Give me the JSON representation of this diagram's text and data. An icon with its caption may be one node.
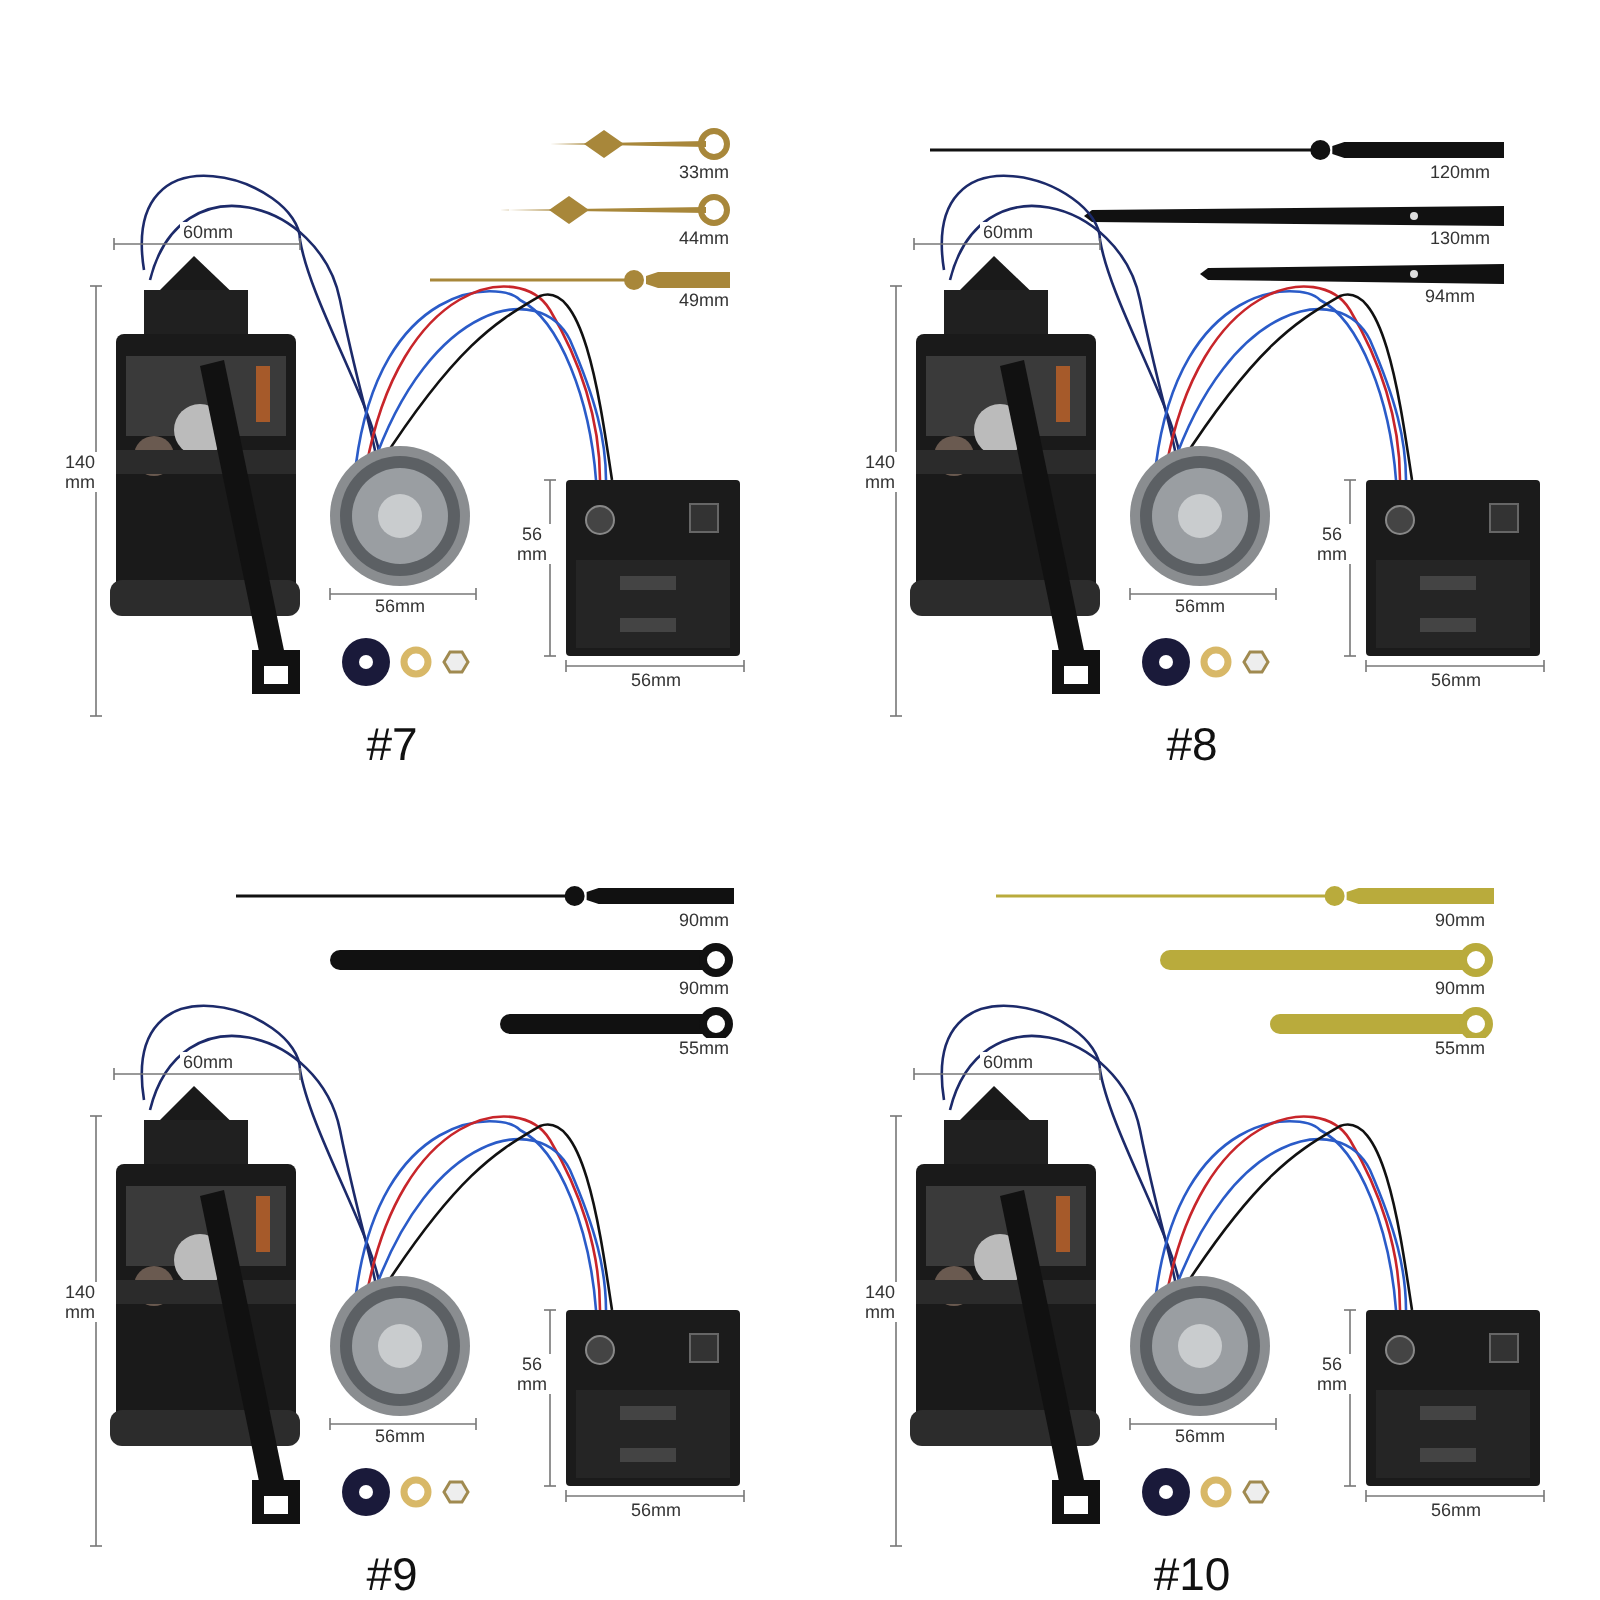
{
  "diagram": {
    "labels": [
      "33mm",
      "44mm",
      "49mm",
      "60mm",
      "140 mm",
      "56mm",
      "56 mm",
      "56mm",
      "#7",
      "120mm",
      "130mm",
      "94mm",
      "60mm",
      "140 mm",
      "56mm",
      "56 mm",
      "56mm",
      "#8",
      "90mm",
      "90mm",
      "55mm",
      "60mm",
      "140 mm",
      "56mm",
      "56 mm",
      "56mm",
      "#9",
      "90mm",
      "90mm",
      "55mm",
      "60mm",
      "140 mm",
      "56mm",
      "56 mm",
      "56mm",
      "#10"
    ]
  }
}
